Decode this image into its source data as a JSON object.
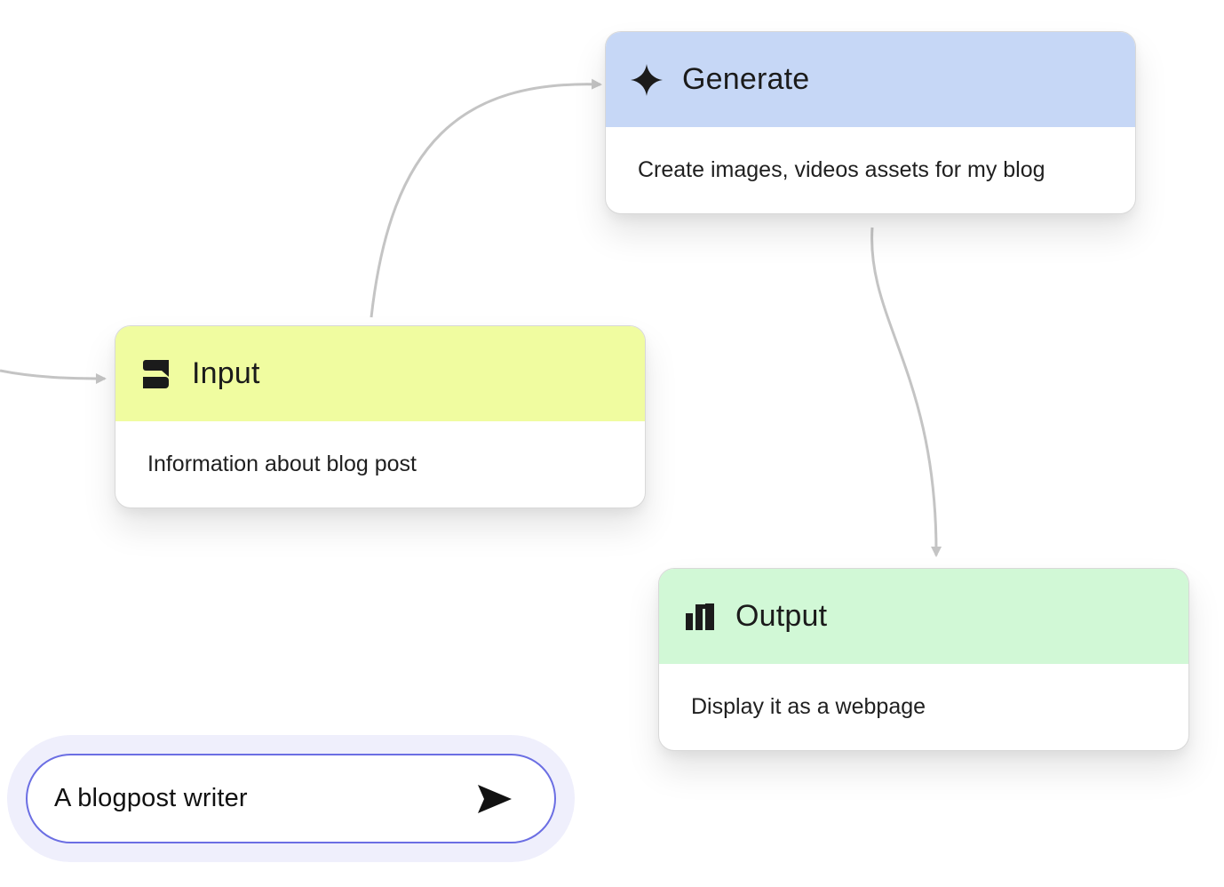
{
  "nodes": {
    "generate": {
      "title": "Generate",
      "description": "Create images, videos assets for my blog",
      "icon": "sparkle-icon",
      "header_color": "#c6d7f6"
    },
    "input": {
      "title": "Input",
      "description": "Information about blog post",
      "icon": "input-icon",
      "header_color": "#f0fca0"
    },
    "output": {
      "title": "Output",
      "description": "Display it as a webpage",
      "icon": "bar-chart-icon",
      "header_color": "#d1f8d6"
    }
  },
  "prompt": {
    "value": "A blogpost writer",
    "send_icon": "send-icon",
    "border_color": "#6b6ee3"
  },
  "colors": {
    "edge": "#c4c4c4"
  }
}
